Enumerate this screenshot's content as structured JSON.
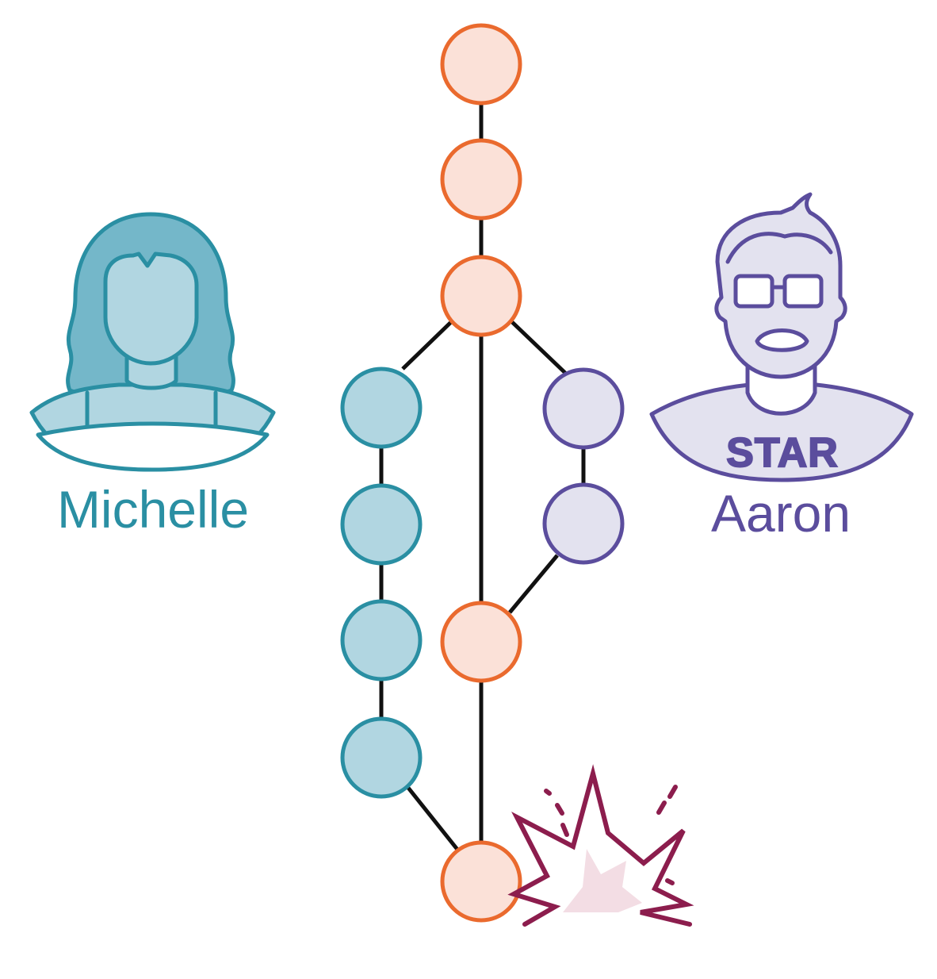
{
  "people": {
    "michelle": {
      "name": "Michelle",
      "color": "#2a8fa3",
      "fill": "#b1d6e1",
      "hair": "#74b7c9"
    },
    "aaron": {
      "name": "Aaron",
      "color": "#5b4d9d",
      "fill": "#e3e2ef",
      "shirt_text": "STAR"
    }
  },
  "colors": {
    "main_stroke": "#ea6a2e",
    "main_fill": "#fbe1d8",
    "michelle_stroke": "#2a8fa3",
    "michelle_fill": "#b1d6e1",
    "aaron_stroke": "#5b4d9d",
    "aaron_fill": "#e3e2ef",
    "edge": "#111111",
    "conflict": "#8c1d4d"
  },
  "branches": {
    "main": {
      "commits": 5,
      "icon": "commit-node"
    },
    "michelle": {
      "commits": 4,
      "icon": "commit-node"
    },
    "aaron": {
      "commits": 2,
      "icon": "commit-node"
    }
  },
  "conflict_icon": "explosion-icon"
}
